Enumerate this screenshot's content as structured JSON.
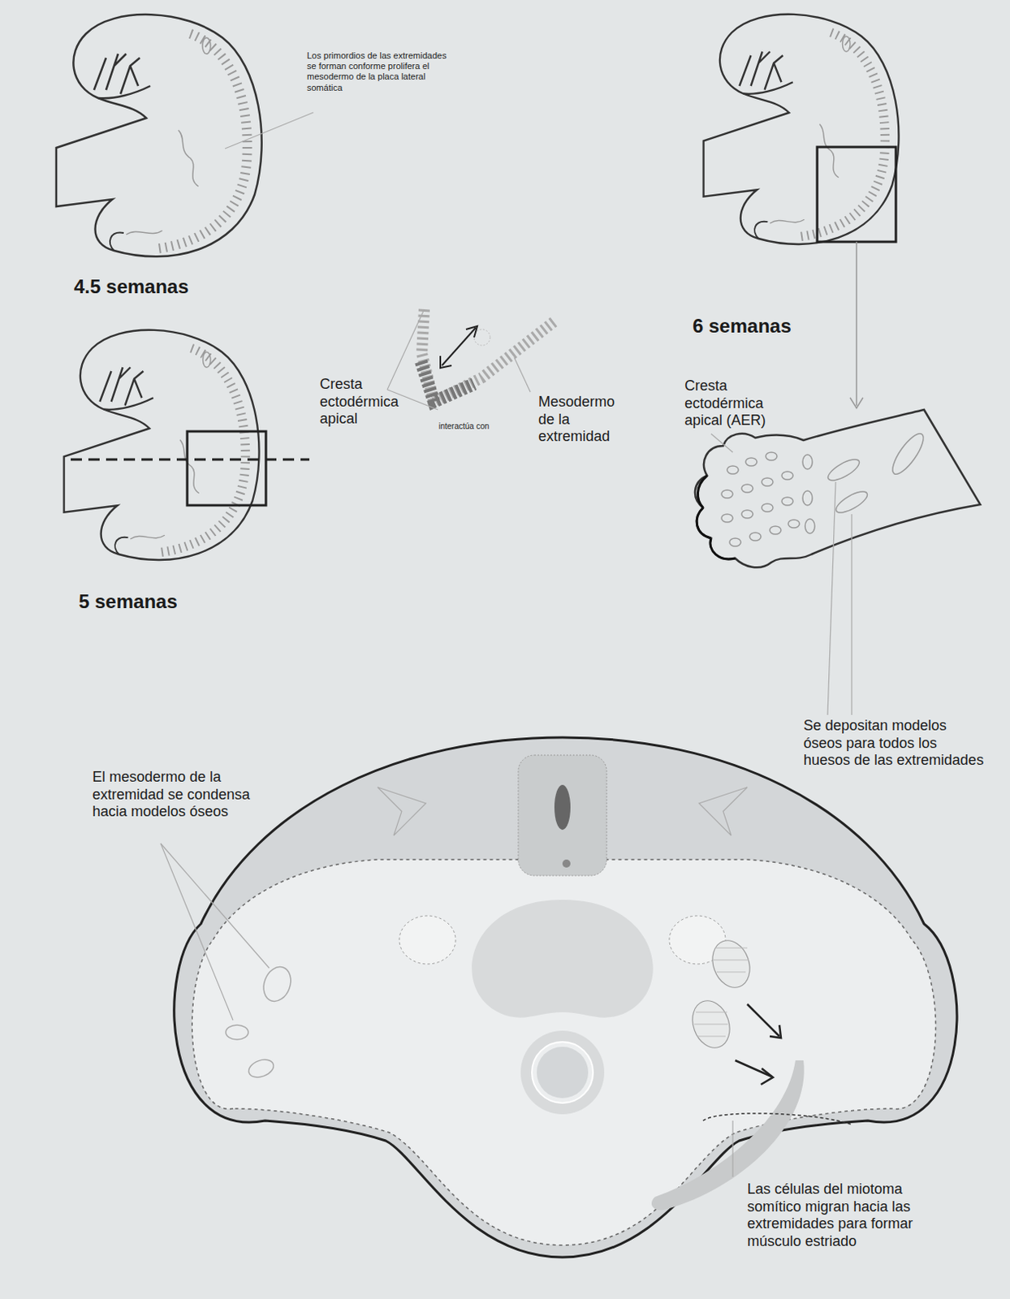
{
  "diagram": {
    "labels": [
      "Los primordios de las extremidades se forman conforme prolifera el mesodermo de la placa lateral somática",
      "4.5 semanas",
      "Cresta ectodérmica apical",
      "interactúa con",
      "Mesodermo de la extremidad",
      "6 semanas",
      "Cresta ectodérmica apical (AER)",
      "5 semanas",
      "Se depositan modelos óseos para todos los huesos de las extremidades",
      "El mesodermo de la extremidad se condensa hacia modelos óseos",
      "Las células del miotoma somítico migran hacia las extremidades para formar músculo estriado"
    ]
  }
}
